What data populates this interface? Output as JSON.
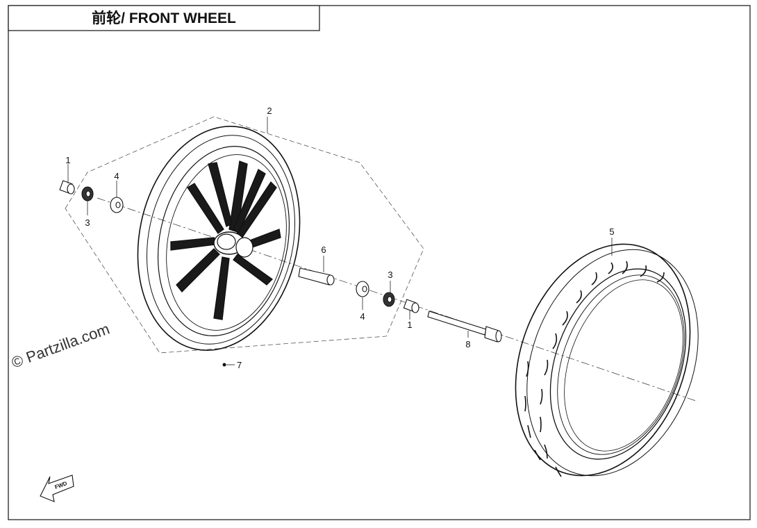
{
  "title": "前轮/ FRONT WHEEL",
  "watermark": "© Partzilla.com",
  "fwd_label": "FWD",
  "callouts": {
    "c1_left": "1",
    "c3_left": "3",
    "c4_left": "4",
    "c2": "2",
    "c6": "6",
    "c3_right": "3",
    "c4_right": "4",
    "c1_right": "1",
    "c8": "8",
    "c5": "5",
    "c7": "7"
  }
}
